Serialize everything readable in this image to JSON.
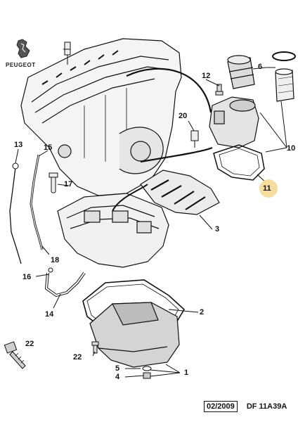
{
  "brand": {
    "name": "PEUGEOT",
    "logo_icon": "peugeot-lion-icon"
  },
  "parts": [
    {
      "key": "p1",
      "label": "1"
    },
    {
      "key": "p2",
      "label": "2"
    },
    {
      "key": "p3",
      "label": "3"
    },
    {
      "key": "p4",
      "label": "4"
    },
    {
      "key": "p5",
      "label": "5"
    },
    {
      "key": "p6",
      "label": "6"
    },
    {
      "key": "p10",
      "label": "10"
    },
    {
      "key": "p11",
      "label": "11",
      "highlighted": true
    },
    {
      "key": "p12",
      "label": "12"
    },
    {
      "key": "p13",
      "label": "13"
    },
    {
      "key": "p14",
      "label": "14"
    },
    {
      "key": "p15",
      "label": "15"
    },
    {
      "key": "p16",
      "label": "16"
    },
    {
      "key": "p17",
      "label": "17"
    },
    {
      "key": "p18",
      "label": "18"
    },
    {
      "key": "p20",
      "label": "20"
    },
    {
      "key": "p22_inset",
      "label": "22"
    },
    {
      "key": "p22",
      "label": "22"
    }
  ],
  "footer": {
    "date": "02/2009",
    "reference": "DF 11A39A"
  },
  "colors": {
    "highlight": "#f7dca0",
    "line": "#111111",
    "shade": "#d9d9d9"
  }
}
